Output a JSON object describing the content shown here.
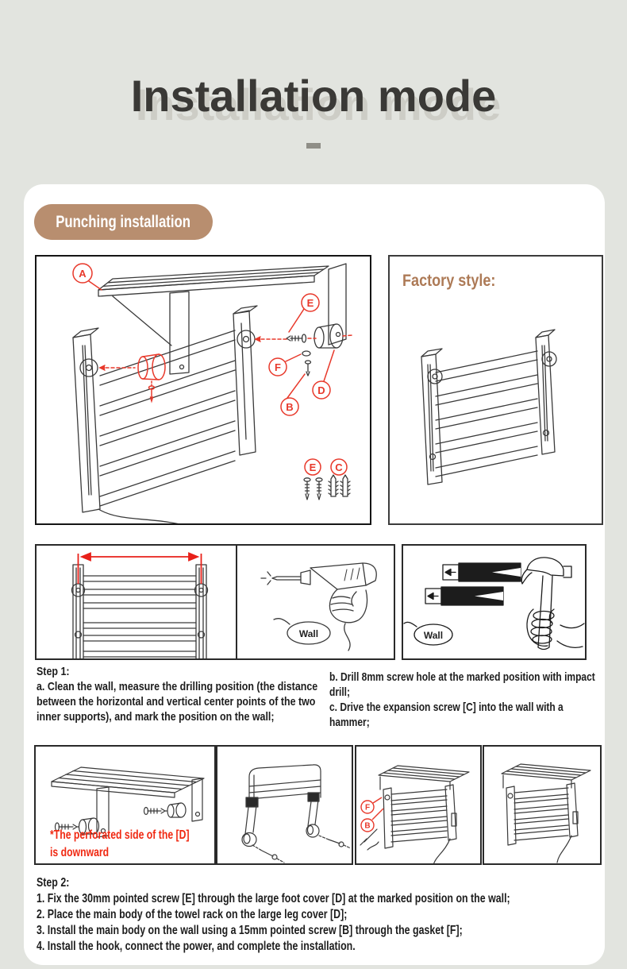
{
  "page": {
    "background": "#e2e4df",
    "card_background": "#ffffff"
  },
  "header": {
    "title": "Installation mode",
    "title_color": "#3a3936"
  },
  "badge": {
    "label": "Punching installation",
    "background": "#b88e6f",
    "text_color": "#ffffff"
  },
  "main_diagram": {
    "callouts": [
      "A",
      "E",
      "F",
      "D",
      "B"
    ],
    "hardware_callouts": [
      "E",
      "C"
    ],
    "accent_color": "#e8392b"
  },
  "factory_panel": {
    "title": "Factory style:",
    "title_color": "#ad7a56"
  },
  "row2": {
    "wall_label": "Wall"
  },
  "step1": {
    "heading": "Step 1:",
    "item_a": "a. Clean the wall, measure the drilling position (the distance between the horizontal and vertical center points of the two inner supports), and mark the position on the wall;",
    "item_b": "b. Drill 8mm screw hole at the marked position with impact drill;",
    "item_c": "c. Drive the expansion screw [C] into the wall with a hammer;"
  },
  "row3": {
    "note_line1": "*The perforated side of the [D]",
    "note_line2": "is downward",
    "note_color": "#f02912",
    "callouts": [
      "F",
      "B"
    ]
  },
  "step2": {
    "heading": "Step 2:",
    "items": [
      "1. Fix the 30mm pointed screw [E] through the large foot cover [D] at the marked position on the wall;",
      "2. Place the main body of the towel rack on the large leg cover [D];",
      "3. Install the main body on the wall using a 15mm pointed screw [B] through the gasket [F];",
      "4. Install the hook, connect the power, and complete the installation."
    ]
  }
}
